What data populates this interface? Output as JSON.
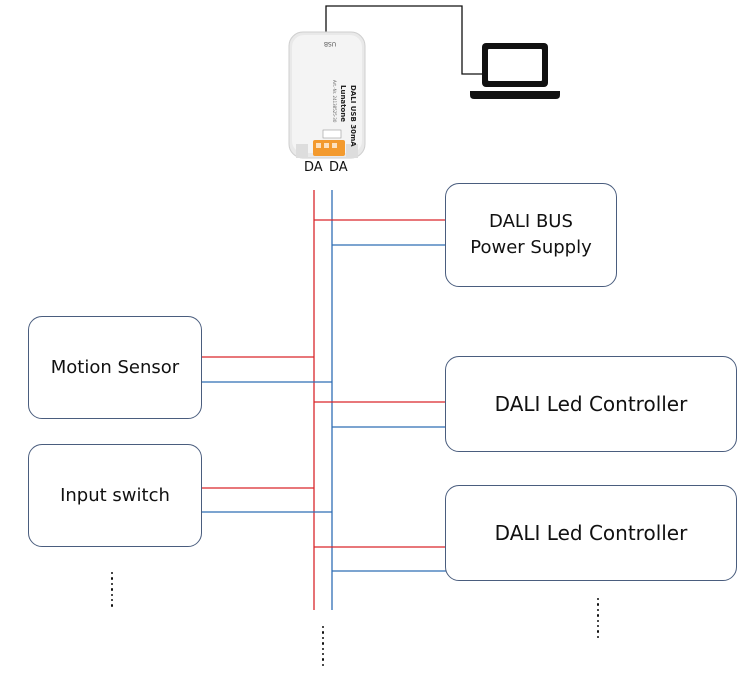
{
  "usb_adapter": {
    "usb_label": "USB",
    "model_text": "DALI USB 30mA",
    "brand_text": "Lunatone",
    "article_text": "Art.-Nr. 24138525-30",
    "terminal_labels": [
      "DA",
      "DA"
    ]
  },
  "boxes": {
    "power_supply": {
      "line1": "DALI BUS",
      "line2": "Power Supply"
    },
    "motion_sensor": {
      "label": "Motion Sensor"
    },
    "input_switch": {
      "label": "Input switch"
    },
    "led_controller_1": {
      "label": "DALI Led Controller"
    },
    "led_controller_2": {
      "label": "DALI Led Controller"
    }
  },
  "colors": {
    "wire_red": "#d9262b",
    "wire_blue": "#2f6eb5",
    "cable": "#111111",
    "box_border": "#4a5d7e",
    "terminal_orange": "#f39a2e"
  },
  "icons": [
    "laptop-icon",
    "usb-dali-interface-icon",
    "ellipsis-icon"
  ]
}
